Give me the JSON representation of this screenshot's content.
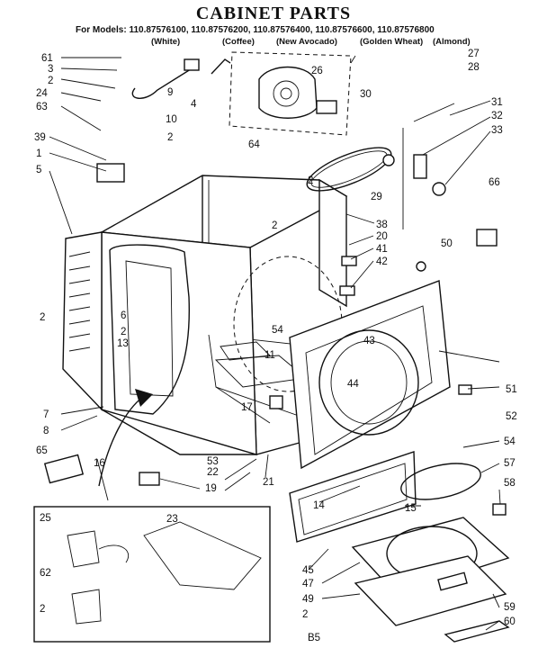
{
  "title": "CABINET PARTS",
  "models_line": "For Models: 110.87576100, 110.87576200, 110.87576400, 110.87576600, 110.87576800",
  "colors": [
    "(White)",
    "(Coffee)",
    "(New Avocado)",
    "(Golden Wheat)",
    "(Almond)"
  ],
  "footer_code": "B5",
  "part_labels": [
    "61",
    "3",
    "2",
    "24",
    "63",
    "9",
    "4",
    "10",
    "2",
    "39",
    "1",
    "5",
    "26",
    "27",
    "28",
    "30",
    "31",
    "32",
    "33",
    "64",
    "2",
    "29",
    "66",
    "2",
    "38",
    "20",
    "41",
    "42",
    "50",
    "2",
    "6",
    "2",
    "13",
    "54",
    "11",
    "43",
    "44",
    "51",
    "52",
    "7",
    "8",
    "17",
    "65",
    "16",
    "53",
    "22",
    "19",
    "21",
    "14",
    "54",
    "57",
    "58",
    "15",
    "25",
    "23",
    "62",
    "2",
    "45",
    "47",
    "49",
    "2",
    "59",
    "60"
  ]
}
